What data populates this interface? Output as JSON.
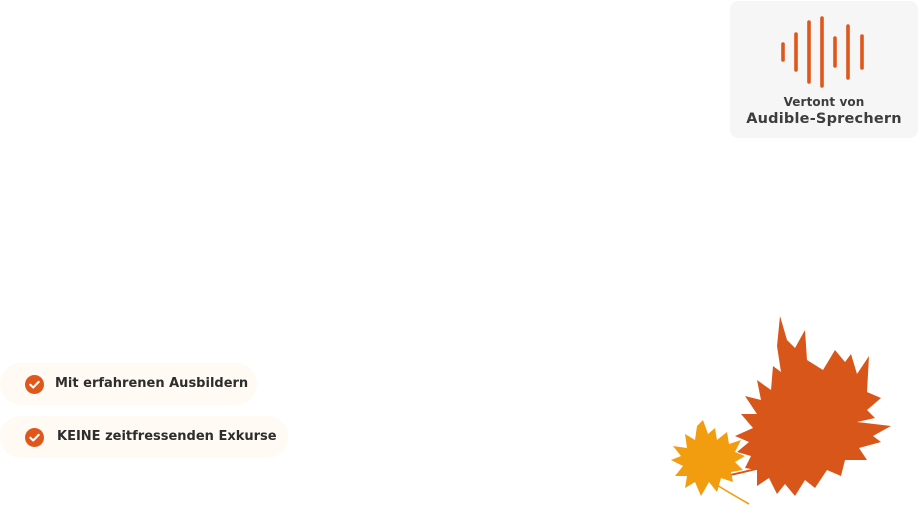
{
  "badge": {
    "line1": "Vertont von",
    "line2": "Audible-Sprechern",
    "icon": "soundwave-icon"
  },
  "features": [
    {
      "label": "Mit erfahrenen Ausbildern",
      "icon": "check-circle-icon"
    },
    {
      "label": "KEINE zeitfressenden Exkurse",
      "icon": "check-circle-icon"
    }
  ],
  "decoration": {
    "icon": "maple-leaves-icon"
  },
  "colors": {
    "accent": "#e0571b",
    "leaf_large": "#d9561a",
    "leaf_small": "#f29d0f",
    "badge_bg": "#f6f6f6",
    "pill_bg": "#fffaf3",
    "text": "#2d2d2d"
  }
}
